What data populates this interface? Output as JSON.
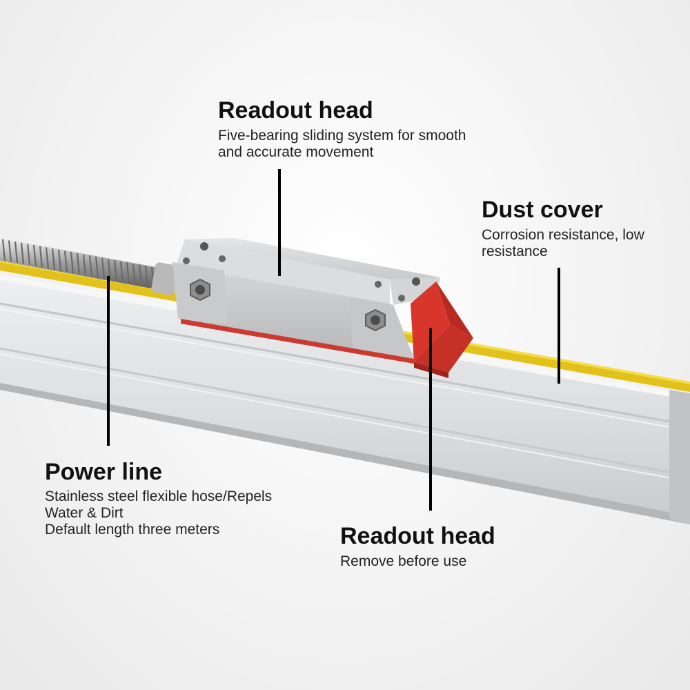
{
  "callouts": {
    "readout_head_top": {
      "title": "Readout head",
      "lines": [
        "Five-bearing sliding system for smooth",
        "and accurate movement"
      ]
    },
    "dust_cover": {
      "title": "Dust cover",
      "lines": [
        "Corrosion resistance, low",
        "resistance"
      ]
    },
    "power_line": {
      "title": "Power line",
      "lines": [
        "Stainless steel flexible hose/Repels",
        "Water & Dirt",
        "Default length three meters"
      ]
    },
    "readout_head_bottom": {
      "title": "Readout head",
      "lines": [
        "Remove before use"
      ]
    }
  },
  "colors": {
    "strip": "#e2c21a",
    "clamp": "#d8362a",
    "rail": "#d9dadc",
    "head": "#cfd0d2"
  }
}
